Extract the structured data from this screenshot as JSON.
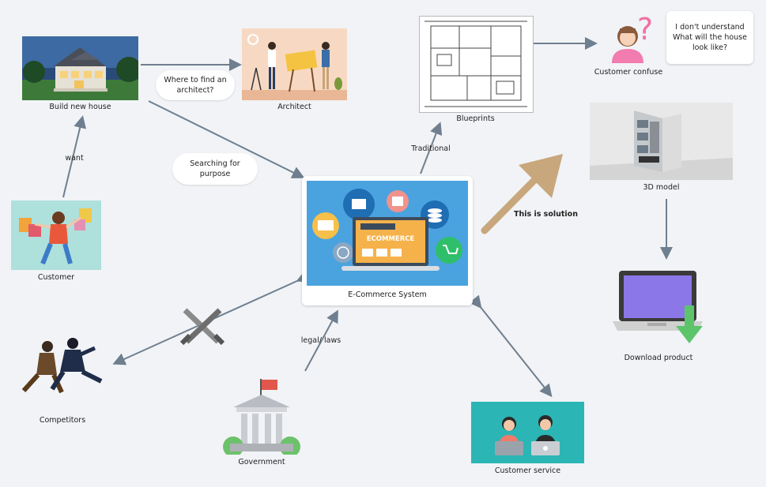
{
  "nodes": {
    "build_house": "Build new house",
    "architect": "Architect",
    "blueprints": "Blueprints",
    "customer_confuse": "Customer confuse",
    "customer": "Customer",
    "ecommerce": "E-Commerce System",
    "ecommerce_screen": "ECOMMERCE",
    "model3d": "3D model",
    "download": "Download product",
    "competitors": "Competitors",
    "government": "Government",
    "customer_service": "Customer service"
  },
  "edge_labels": {
    "want": "want",
    "traditional": "Traditional",
    "legal": "legal/ laws",
    "solution": "This is solution"
  },
  "bubbles": {
    "where_architect": [
      "Where to find an",
      "architect?"
    ],
    "searching": [
      "Searching for",
      "purpose"
    ],
    "confuse_quote": [
      "I don't understand",
      "What will the house",
      "look like?"
    ]
  },
  "colors": {
    "arrow": "#6f7f8f",
    "solution_arrow": "#c8a77c",
    "ecommerce_bg": "#4aa3df",
    "question_mark": "#f06fa4",
    "download_arrow": "#5cc56b",
    "service_bg": "#2bb5b5"
  }
}
